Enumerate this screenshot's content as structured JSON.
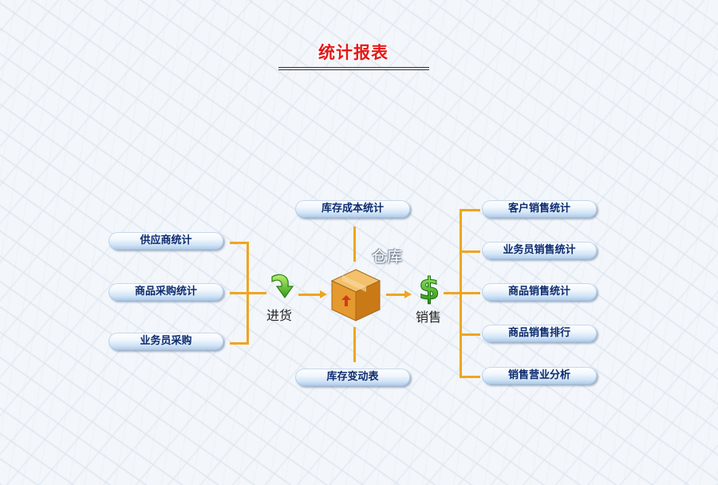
{
  "title": "统计报表",
  "purchase": {
    "label": "进货",
    "items": [
      {
        "label": "供应商统计"
      },
      {
        "label": "商品采购统计"
      },
      {
        "label": "业务员采购"
      }
    ]
  },
  "warehouse": {
    "label": "仓库",
    "top_item": {
      "label": "库存成本统计"
    },
    "bottom_item": {
      "label": "库存变动表"
    }
  },
  "sales": {
    "label": "销售",
    "items": [
      {
        "label": "客户销售统计"
      },
      {
        "label": "业务员销售统计"
      },
      {
        "label": "商品销售统计"
      },
      {
        "label": "商品销售排行"
      },
      {
        "label": "销售营业分析"
      }
    ]
  },
  "colors": {
    "title": "#e41818",
    "connector": "#eea521",
    "pill_text": "#0c2b6e"
  },
  "icons": {
    "purchase": "green-curved-arrow-icon",
    "warehouse": "box-icon",
    "sales": "dollar-icon"
  }
}
